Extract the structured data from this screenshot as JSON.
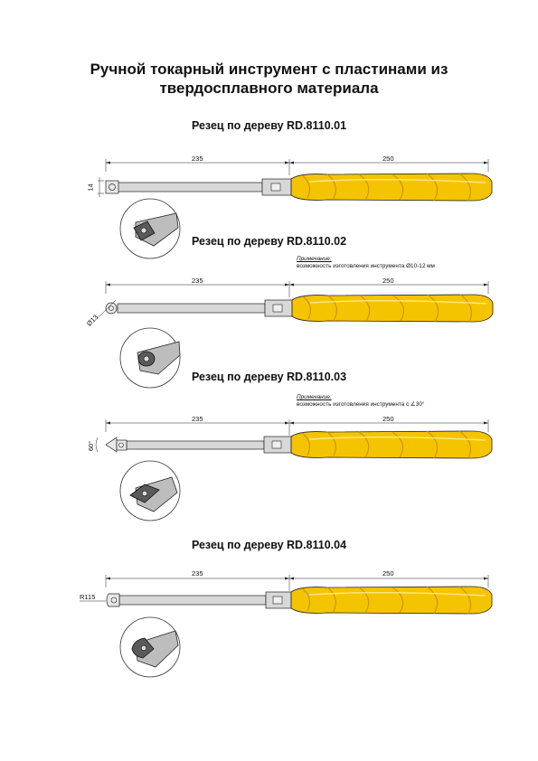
{
  "page": {
    "title_line1": "Ручной токарный инструмент с пластинами из",
    "title_line2": "твердосплавного материала"
  },
  "colors": {
    "handle": "#f5c400",
    "handle_shade": "#d9a400",
    "shaft": "#d8d8d8",
    "outline": "#222222"
  },
  "sections": [
    {
      "title": "Резец по дереву RD.8110.01",
      "dim_shaft": "235",
      "dim_handle": "250",
      "side_dim": "14",
      "note_head": "",
      "note_text": "",
      "insert": "square"
    },
    {
      "title": "Резец по дереву RD.8110.02",
      "dim_shaft": "235",
      "dim_handle": "250",
      "side_dim": "Ø13",
      "note_head": "Примечание:",
      "note_text": "возможность изготовления инструмента Ø10-12 мм",
      "insert": "round"
    },
    {
      "title": "Резец по дереву RD.8110.03",
      "dim_shaft": "235",
      "dim_handle": "250",
      "side_dim": "60°",
      "note_head": "Примечание:",
      "note_text": "возможность изготовления инструмента с ∠30°",
      "insert": "diamond"
    },
    {
      "title": "Резец по дереву RD.8110.04",
      "dim_shaft": "235",
      "dim_handle": "250",
      "side_dim": "R115",
      "note_head": "",
      "note_text": "",
      "insert": "radius"
    }
  ]
}
